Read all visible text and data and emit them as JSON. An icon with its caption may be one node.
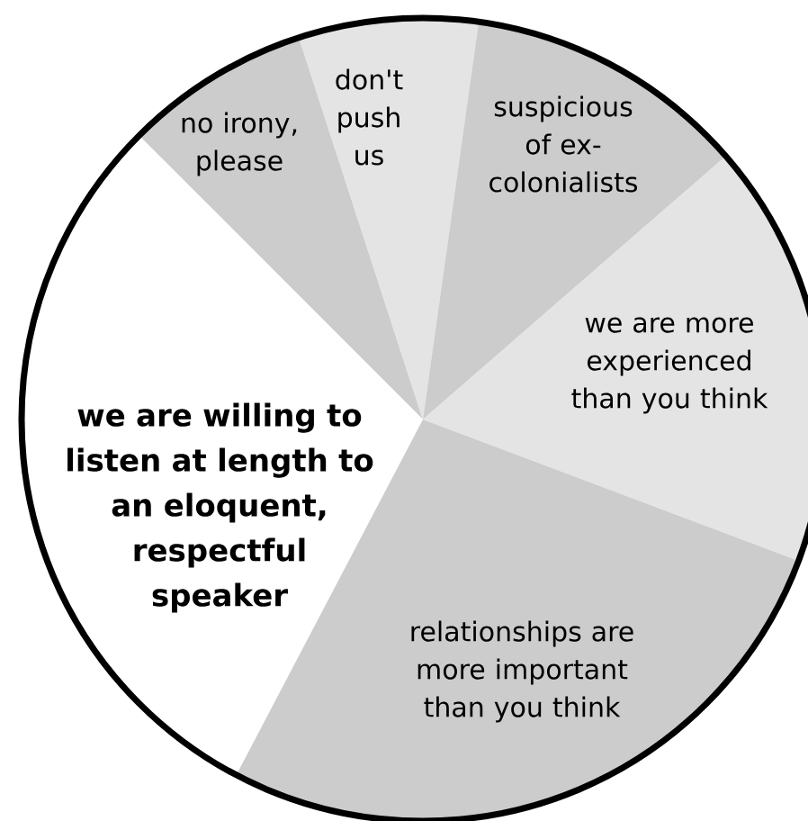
{
  "diagram": {
    "nodes": [
      {
        "text": [
          "no irony, please"
        ]
      },
      {
        "text": [
          "don't push us"
        ]
      },
      {
        "text": [
          "suspicious of ex-colonialists"
        ]
      },
      {
        "text": [
          "we are more experienced than you think"
        ]
      },
      {
        "text": [
          "we are willing to listen at length to an eloquent, respectful speaker"
        ]
      },
      {
        "text": [
          "relationships are more important than you think"
        ]
      }
    ]
  }
}
